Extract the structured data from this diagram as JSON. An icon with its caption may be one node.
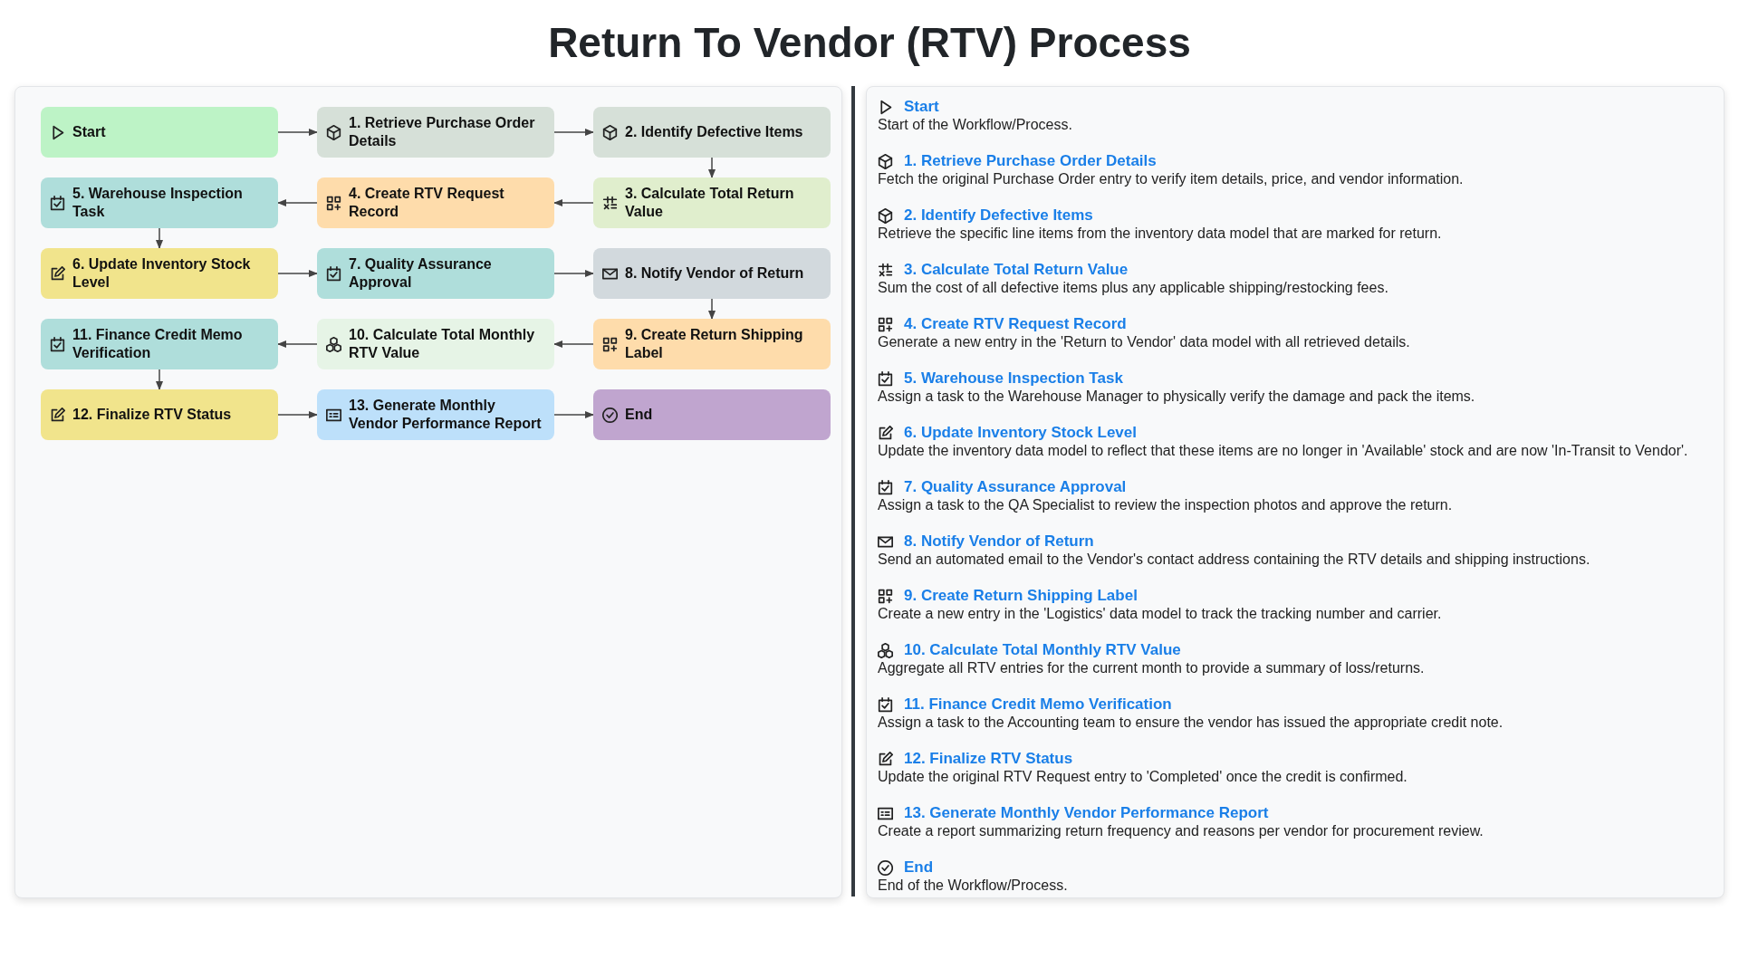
{
  "diagram": {
    "title": "Return To Vendor (RTV) Process",
    "nodes": [
      {
        "text": [
          "Start"
        ]
      },
      {
        "text": [
          "1. Retrieve Purchase Order Details"
        ]
      },
      {
        "text": [
          "2. Identify Defective Items"
        ]
      },
      {
        "text": [
          "3. Calculate Total Return Value"
        ]
      },
      {
        "text": [
          "4. Create RTV Request Record"
        ]
      },
      {
        "text": [
          "5. Warehouse Inspection Task"
        ]
      },
      {
        "text": [
          "6. Update Inventory Stock Level"
        ]
      },
      {
        "text": [
          "7. Quality Assurance Approval"
        ]
      },
      {
        "text": [
          "8. Notify Vendor of Return"
        ]
      },
      {
        "text": [
          "9. Create Return Shipping Label"
        ]
      },
      {
        "text": [
          "10. Calculate Total Monthly RTV Value"
        ]
      },
      {
        "text": [
          "11. Finance Credit Memo Verification"
        ]
      },
      {
        "text": [
          "12. Finalize RTV Status"
        ]
      },
      {
        "text": [
          "13. Generate Monthly Vendor Performance Report"
        ]
      },
      {
        "text": [
          "End"
        ]
      }
    ],
    "edges": [
      {
        "from": 0,
        "to": 1,
        "arrow": "to"
      },
      {
        "from": 1,
        "to": 2,
        "arrow": "to"
      },
      {
        "from": 2,
        "to": 3,
        "arrow": "to"
      },
      {
        "from": 3,
        "to": 4,
        "arrow": "to"
      },
      {
        "from": 4,
        "to": 5,
        "arrow": "to"
      },
      {
        "from": 5,
        "to": 6,
        "arrow": "to"
      },
      {
        "from": 6,
        "to": 7,
        "arrow": "to"
      },
      {
        "from": 7,
        "to": 8,
        "arrow": "to"
      },
      {
        "from": 8,
        "to": 9,
        "arrow": "to"
      },
      {
        "from": 9,
        "to": 10,
        "arrow": "to"
      },
      {
        "from": 10,
        "to": 11,
        "arrow": "to"
      },
      {
        "from": 11,
        "to": 12,
        "arrow": "to"
      },
      {
        "from": 12,
        "to": 13,
        "arrow": "to"
      },
      {
        "from": 13,
        "to": 14,
        "arrow": "to"
      }
    ],
    "labels": [
      "Start",
      "Start of the Workflow/Process.",
      "1. Retrieve Purchase Order Details",
      "Fetch the original Purchase Order entry to verify item details, price, and vendor information.",
      "2. Identify Defective Items",
      "Retrieve the specific line items from the inventory data model that are marked for return.",
      "3. Calculate Total Return Value",
      "Sum the cost of all defective items plus any applicable shipping/restocking fees.",
      "4. Create RTV Request Record",
      "Generate a new entry in the 'Return to Vendor' data model with all retrieved details.",
      "5. Warehouse Inspection Task",
      "Assign a task to the Warehouse Manager to physically verify the damage and pack the items.",
      "6. Update Inventory Stock Level",
      "Update the inventory data model to reflect that these items are no longer in 'Available' stock and are now 'In-Transit to Vendor'.",
      "7. Quality Assurance Approval",
      "Assign a task to the QA Specialist to review the inspection photos and approve the return.",
      "8. Notify Vendor of Return",
      "Send an automated email to the Vendor's contact address containing the RTV details and shipping instructions.",
      "9. Create Return Shipping Label",
      "Create a new entry in the 'Logistics' data model to track the tracking number and carrier.",
      "10. Calculate Total Monthly RTV Value",
      "Aggregate all RTV entries for the current month to provide a summary of loss/returns.",
      "11. Finance Credit Memo Verification",
      "Assign a task to the Accounting team to ensure the vendor has issued the appropriate credit note.",
      "12. Finalize RTV Status",
      "Update the original RTV Request entry to 'Completed' once the credit is confirmed.",
      "13. Generate Monthly Vendor Performance Report",
      "Create a report summarizing return frequency and reasons per vendor for procurement review.",
      "End",
      "End of the Workflow/Process."
    ]
  }
}
